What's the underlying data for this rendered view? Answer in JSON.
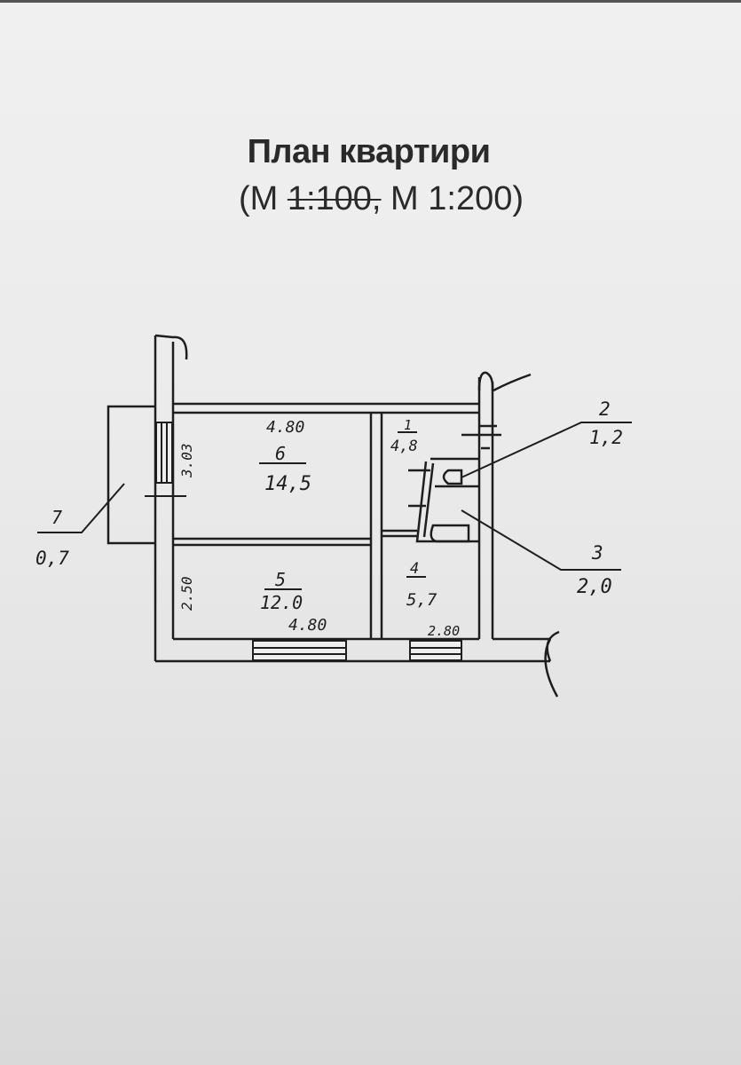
{
  "title": "План квартири",
  "scale": {
    "open": "(М ",
    "struck": "1:100,",
    "current": " М 1:200)"
  },
  "rooms": [
    {
      "number": "1",
      "area": "4,8"
    },
    {
      "number": "2",
      "area": "1,2"
    },
    {
      "number": "3",
      "area": "2,0"
    },
    {
      "number": "4",
      "area": "5,7"
    },
    {
      "number": "5",
      "area": "12.0"
    },
    {
      "number": "6",
      "area": "14,5"
    },
    {
      "number": "7",
      "area": "0,7"
    }
  ],
  "dimensions": {
    "room6_width": "4.80",
    "room6_depth": "3.03",
    "room5_width": "4.80",
    "room5_depth": "2.50",
    "room4_width": "2.80"
  }
}
